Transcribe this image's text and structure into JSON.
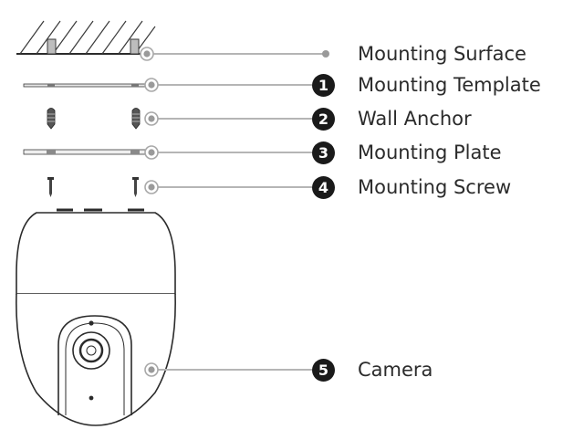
{
  "parts": [
    {
      "number": "",
      "label": "Mounting Surface"
    },
    {
      "number": "1",
      "label": "Mounting Template"
    },
    {
      "number": "2",
      "label": "Wall Anchor"
    },
    {
      "number": "3",
      "label": "Mounting Plate"
    },
    {
      "number": "4",
      "label": "Mounting Screw"
    },
    {
      "number": "5",
      "label": "Camera"
    }
  ],
  "colors": {
    "line": "#b5b5b5",
    "marker": "#9a9a9a",
    "outline": "#2b2b2b",
    "badge": "#1a1a1a"
  }
}
